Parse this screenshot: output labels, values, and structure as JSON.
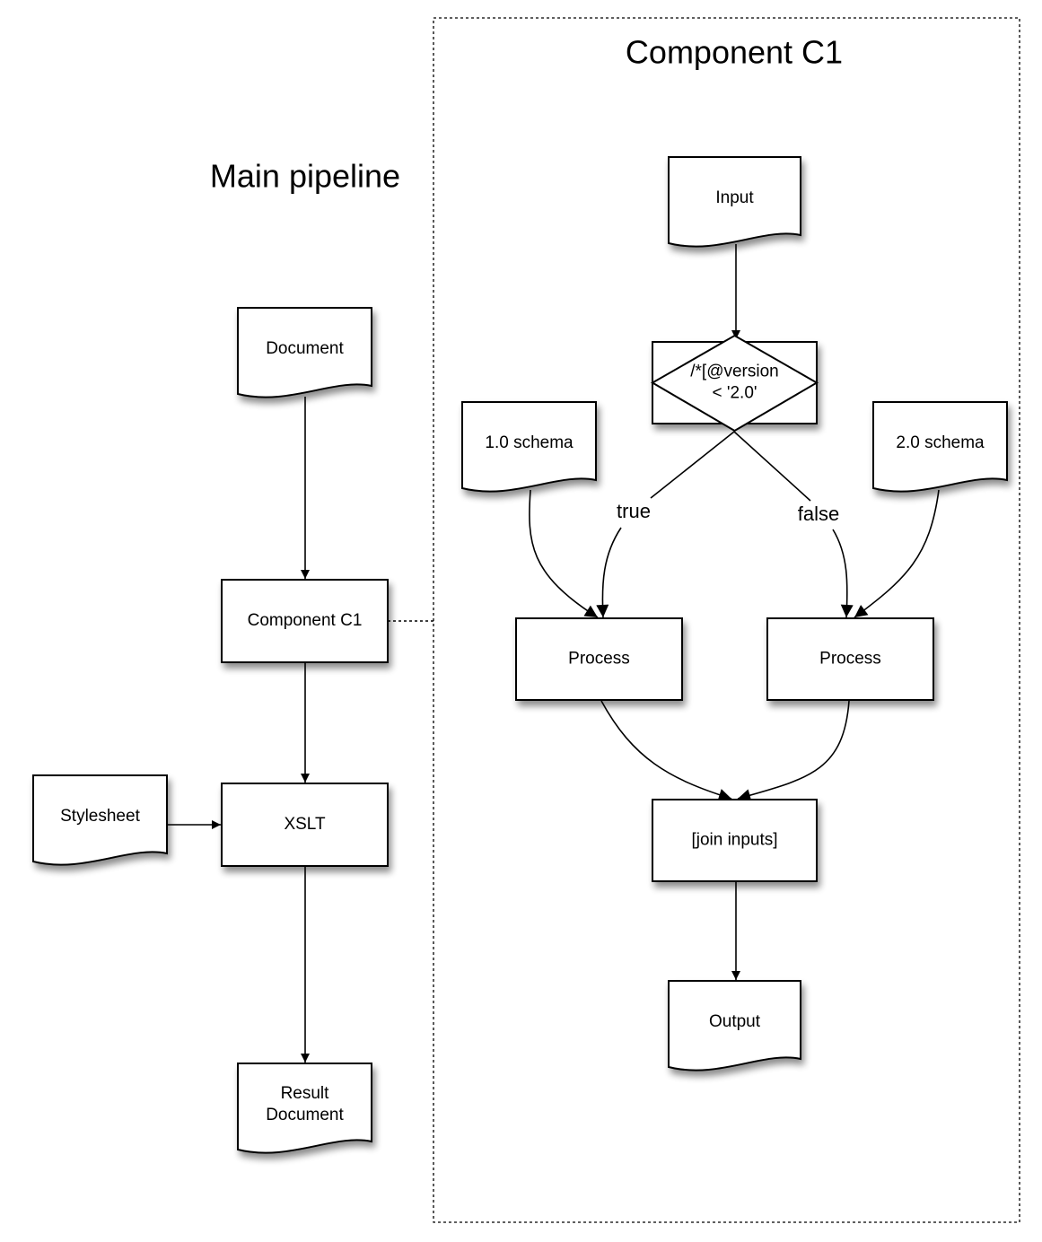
{
  "titles": {
    "component": "Component C1",
    "main": "Main pipeline"
  },
  "nodes": {
    "document": "Document",
    "component_c1": "Component C1",
    "xslt": "XSLT",
    "stylesheet": "Stylesheet",
    "result_document": [
      "Result",
      "Document"
    ],
    "input": "Input",
    "decision": [
      "/*[@version",
      "< '2.0'"
    ],
    "schema1": "1.0 schema",
    "schema2": "2.0 schema",
    "process1": "Process",
    "process2": "Process",
    "join": "[join inputs]",
    "output": "Output"
  },
  "edge_labels": {
    "true": "true",
    "false": "false"
  }
}
